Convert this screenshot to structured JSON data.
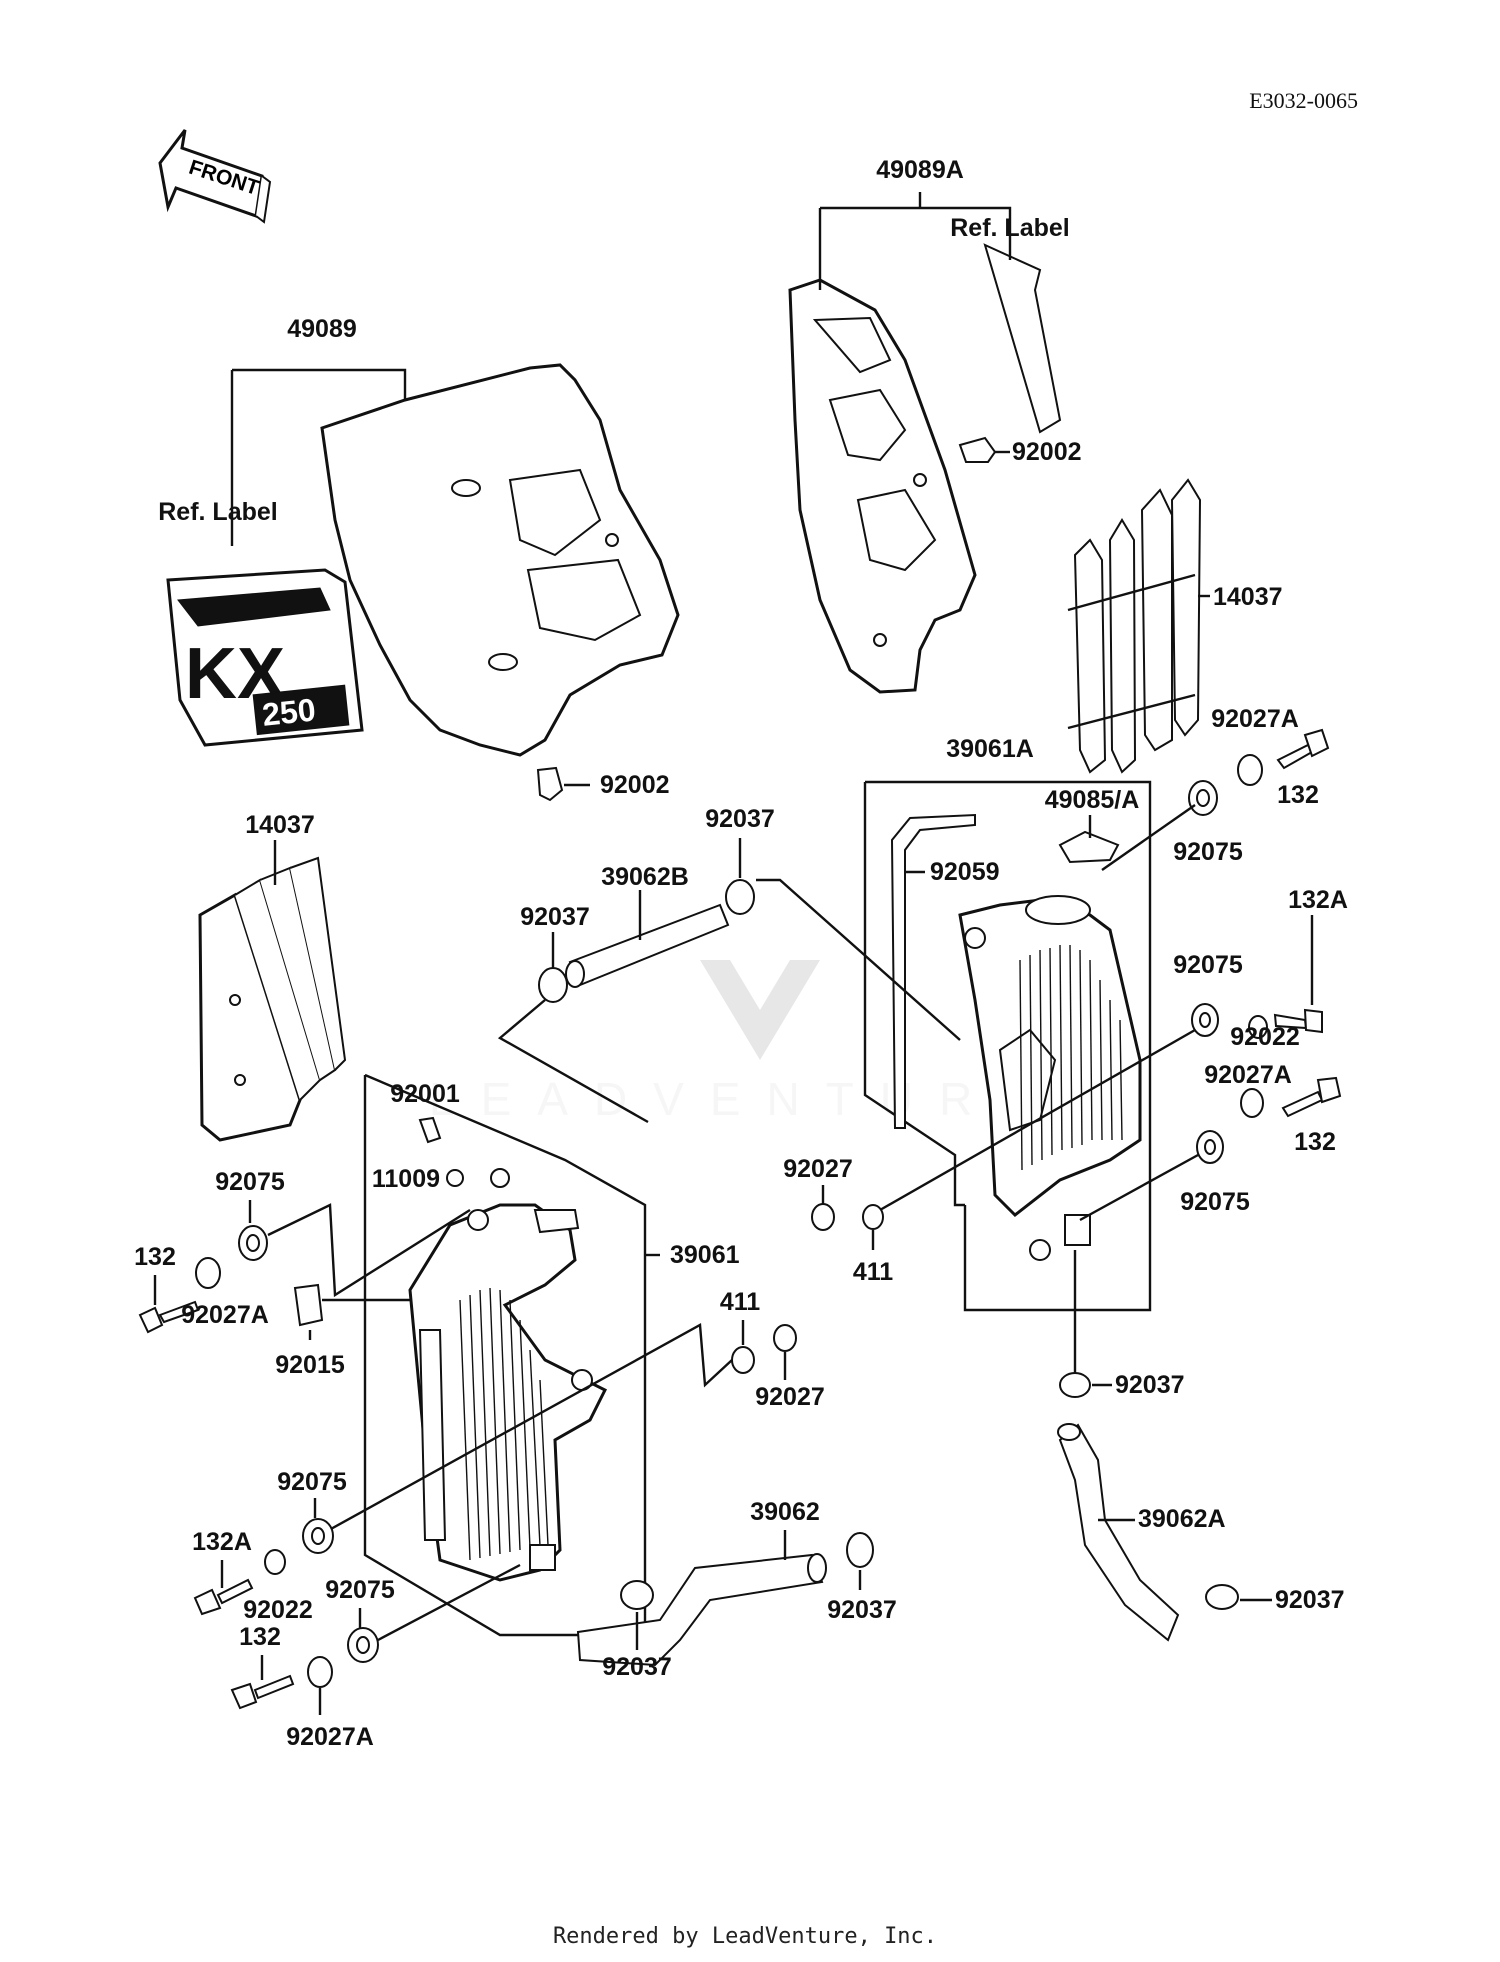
{
  "header": {
    "diagram_code": "E3032-0065"
  },
  "front_marker": "FRONT",
  "label_art": {
    "kx": "KX",
    "num": "250"
  },
  "watermark": "LEADVENTURE",
  "footer": {
    "rendered_by": "Rendered by LeadVenture, Inc."
  },
  "labels": {
    "p49089": "49089",
    "ref_label_left": "Ref. Label",
    "p92002_left": "92002",
    "p49089A": "49089A",
    "ref_label_right": "Ref. Label",
    "p92002_right": "92002",
    "p14037_right": "14037",
    "p39061A": "39061A",
    "p92027A_tr": "92027A",
    "p132_tr": "132",
    "p49085A": "49085/A",
    "p92075_tr": "92075",
    "p92037_top": "92037",
    "p39062B": "39062B",
    "p92037_mid": "92037",
    "p92059": "92059",
    "p132A_r": "132A",
    "p92075_r": "92075",
    "p92022_r": "92022",
    "p92027A_r": "92027A",
    "p132_r": "132",
    "p14037_left": "14037",
    "p92001": "92001",
    "p11009": "11009",
    "p92075_l1": "92075",
    "p132_l1": "132",
    "p92027A_l1": "92027A",
    "p92015": "92015",
    "p39061": "39061",
    "p92027_mid": "92027",
    "p411_mid": "411",
    "p92075_r2": "92075",
    "p411_low": "411",
    "p92027_low": "92027",
    "p92037_r": "92037",
    "p92075_l2": "92075",
    "p132A_l": "132A",
    "p92022_l": "92022",
    "p92075_l3": "92075",
    "p39062": "39062",
    "p92037_low1": "92037",
    "p92037_low2": "92037",
    "p39062A": "39062A",
    "p92037_low3": "92037",
    "p132_l2": "132",
    "p92027A_l2": "92027A"
  }
}
